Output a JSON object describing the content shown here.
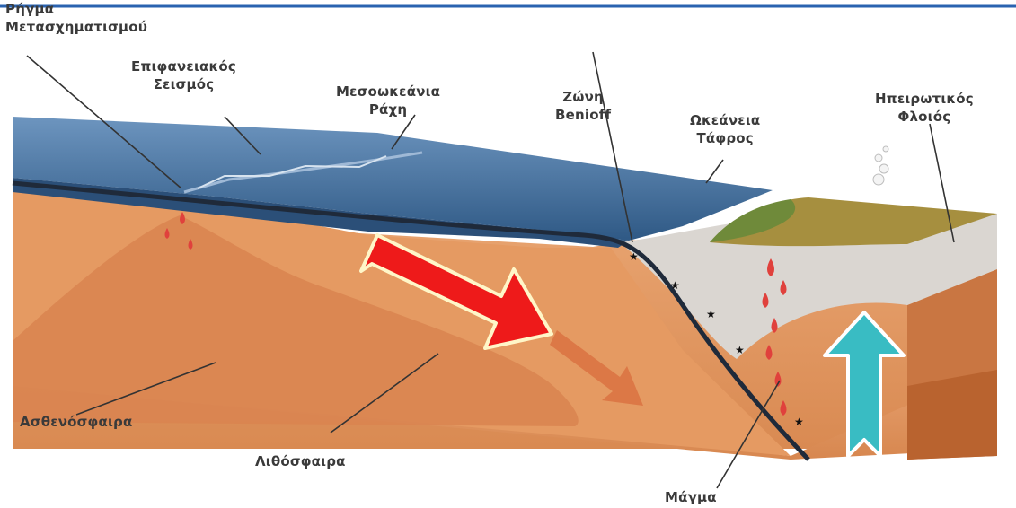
{
  "labels": {
    "transform_rift": [
      "Ρήγμα",
      "Μετασχηματισμού"
    ],
    "shallow_quake": [
      "Επιφανειακός",
      "Σεισμός"
    ],
    "mid_ocean_ridge": [
      "Μεσοωκεάνια",
      "Ράχη"
    ],
    "benioff_zone": [
      "Ζώνη",
      "Benioff"
    ],
    "ocean_trench": [
      "Ωκεάνεια",
      "Τάφρος"
    ],
    "continental_crust": [
      "Ηπειρωτικός",
      "Φλοιός"
    ],
    "asthenosphere": "Ασθενόσφαιρα",
    "lithosphere": "Λιθόσφαιρα",
    "magma": "Μάγμα"
  },
  "colors": {
    "frame_line": "#2a63b0",
    "ocean": "#3f6c9a",
    "ocean_dark": "#2b4f78",
    "mantle": "#e49a63",
    "mantle_deep": "#d27c44",
    "crust_grey": "#d9d6d2",
    "land": "#a39140",
    "plate_edge": "#1f2a3a",
    "red_arrow": "#ee1a1a",
    "cyan_arrow": "#39bcc3",
    "magma_drop": "#e0413c"
  },
  "icons": {
    "red_arrow": "red-arrow-icon",
    "cyan_arrow": "cyan-up-arrow-icon",
    "volcano_smoke": "smoke-icon",
    "earthquake_star": "star-icon"
  }
}
